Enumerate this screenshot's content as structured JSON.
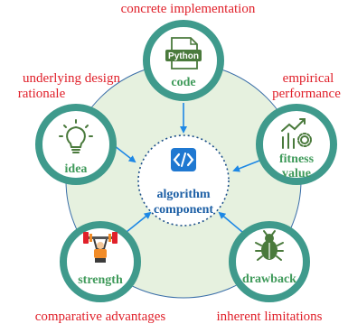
{
  "center": {
    "line1": "algorithm",
    "line2": "component",
    "icon": "code-brackets-icon"
  },
  "nodes": {
    "code": {
      "label": "code",
      "icon_text": "Python",
      "icon": "python-file-icon",
      "caption": "concrete implementation"
    },
    "fitness": {
      "label_line1": "fitness",
      "label_line2": "value",
      "icon": "performance-chart-gear-icon",
      "caption_line1": "empirical",
      "caption_line2": "performance"
    },
    "drawback": {
      "label": "drawback",
      "icon": "bug-icon",
      "caption": "inherent limitations"
    },
    "strength": {
      "label": "strength",
      "icon": "weightlifter-icon",
      "caption": "comparative advantages"
    },
    "idea": {
      "label": "idea",
      "icon": "lightbulb-icon",
      "caption_line1": "underlying design",
      "caption_line2": "rationale"
    }
  },
  "colors": {
    "node_ring": "#3f9a8c",
    "node_label": "#3f9a5a",
    "background_disc": "#e6f1df",
    "center_text": "#1c5fa5",
    "caption_text": "#e0202a",
    "arrow": "#1e88e5"
  }
}
